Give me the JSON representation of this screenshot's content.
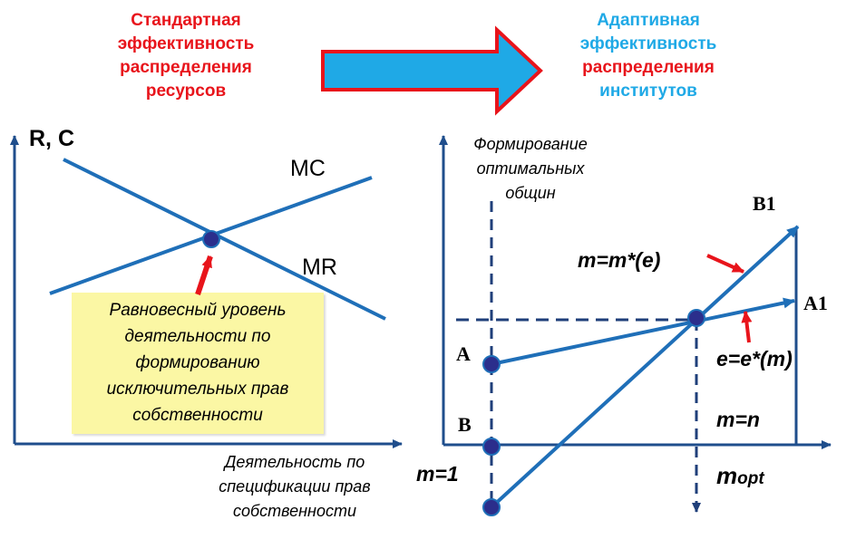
{
  "header": {
    "left_title": [
      "Стандартная",
      "эффективность",
      "распределения",
      "ресурсов"
    ],
    "right_title": [
      "Адаптивная",
      "эффективность",
      "распределения",
      "институтов"
    ]
  },
  "left_diagram": {
    "y_axis_label": "R, C",
    "x_axis_label": [
      "Деятельность по",
      "спецификации прав",
      "собственности"
    ],
    "mc_label": "MC",
    "mr_label": "MR",
    "callout": [
      "Равновесный уровень",
      "деятельности по",
      "формированию",
      "исключительных прав",
      "собственности"
    ]
  },
  "right_diagram": {
    "y_axis_label": [
      "Формирование",
      "оптимальных",
      "общин"
    ],
    "b1_label": "B1",
    "a1_label": "A1",
    "a_label": "A",
    "b_label": "B",
    "curve1_label": "m=m*(e)",
    "curve2_label": "e=e*(m)",
    "m_equals_n": "m=n",
    "m_equals_1": "m=1",
    "m_opt": "m",
    "m_opt_sub": "opt"
  },
  "colors": {
    "line_blue": "#1f6fb8",
    "point_navy": "#2b2e8c",
    "arrow_red": "#e8141b",
    "banner_arrow": "#1fa9e6",
    "callout_bg": "#fbf7a4"
  }
}
